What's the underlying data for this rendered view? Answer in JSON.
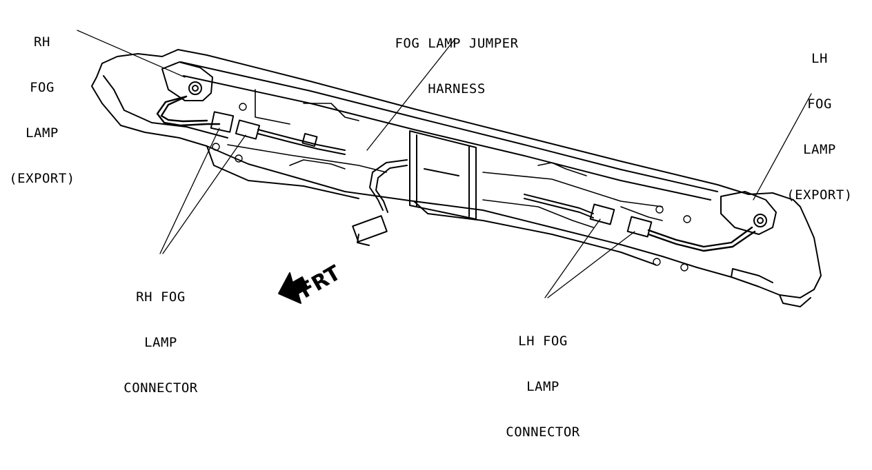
{
  "labels": {
    "rh_fog_lamp": [
      "RH",
      "FOG",
      "LAMP",
      "(EXPORT)"
    ],
    "jumper_harness": [
      "FOG LAMP JUMPER",
      "HARNESS"
    ],
    "lh_fog_lamp": [
      "LH",
      "FOG",
      "LAMP",
      "(EXPORT)"
    ],
    "rh_connector": [
      "RH FOG",
      "LAMP",
      "CONNECTOR"
    ],
    "lh_connector": [
      "LH FOG",
      "LAMP",
      "CONNECTOR"
    ],
    "front_arrow": "FRT"
  }
}
